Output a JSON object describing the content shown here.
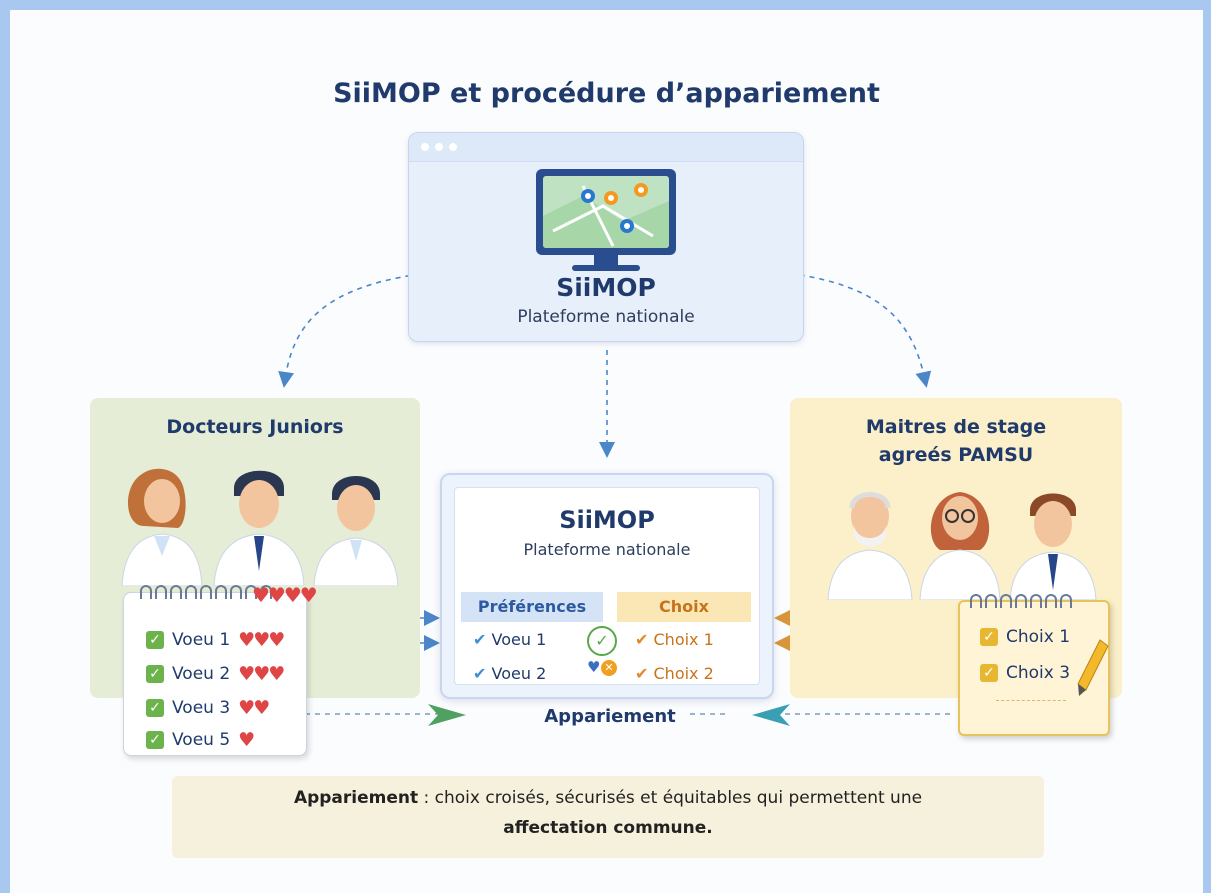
{
  "title": "SiiMOP et procédure d’appariement",
  "platform": {
    "name": "SiiMOP",
    "subtitle": "Plateforme nationale"
  },
  "left_group": {
    "title": "Docteurs Juniors",
    "wishes": [
      {
        "label": "Voeu 1",
        "hearts": "♥♥♥"
      },
      {
        "label": "Voeu 2",
        "hearts": "♥♥♥"
      },
      {
        "label": "Voeu 3",
        "hearts": "♥♥"
      },
      {
        "label": "Voeu 5",
        "hearts": "♥"
      }
    ],
    "header_hearts": "♥♥♥♥"
  },
  "right_group": {
    "title_line1": "Maitres de stage",
    "title_line2": "agreés PAMSU",
    "choices": [
      "Choix 1",
      "Choix 3"
    ]
  },
  "center": {
    "name": "SiiMOP",
    "subtitle": "Plateforme nationale",
    "pref_header": "Préférences",
    "choix_header": "Choix",
    "pref_rows": [
      "Voeu 1",
      "Voeu 2"
    ],
    "choix_rows": [
      "Choix 1",
      "Choix 2"
    ]
  },
  "matching_label": "Appariement",
  "caption": {
    "bold_term": "Appariement",
    "text": " : choix croisés, sécurisés et équitables qui permettent une",
    "line2": "affectation commune."
  },
  "colors": {
    "primary": "#1f3a6b",
    "green": "#6bb34a",
    "orange": "#c7731a",
    "heart": "#e04545"
  }
}
